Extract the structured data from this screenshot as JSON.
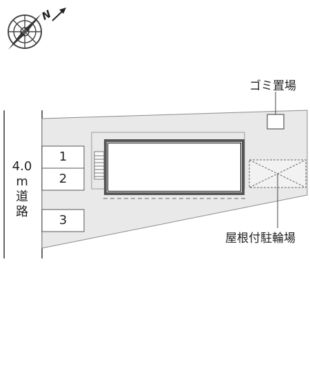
{
  "compass": {
    "north_label": "N"
  },
  "labels": {
    "garbage": "ゴミ置場",
    "bike_parking": "屋根付駐輪場",
    "road_width": "4.0",
    "road_unit": "m",
    "road_char1": "道",
    "road_char2": "路"
  },
  "parking_spaces": [
    "1",
    "2",
    "3"
  ]
}
